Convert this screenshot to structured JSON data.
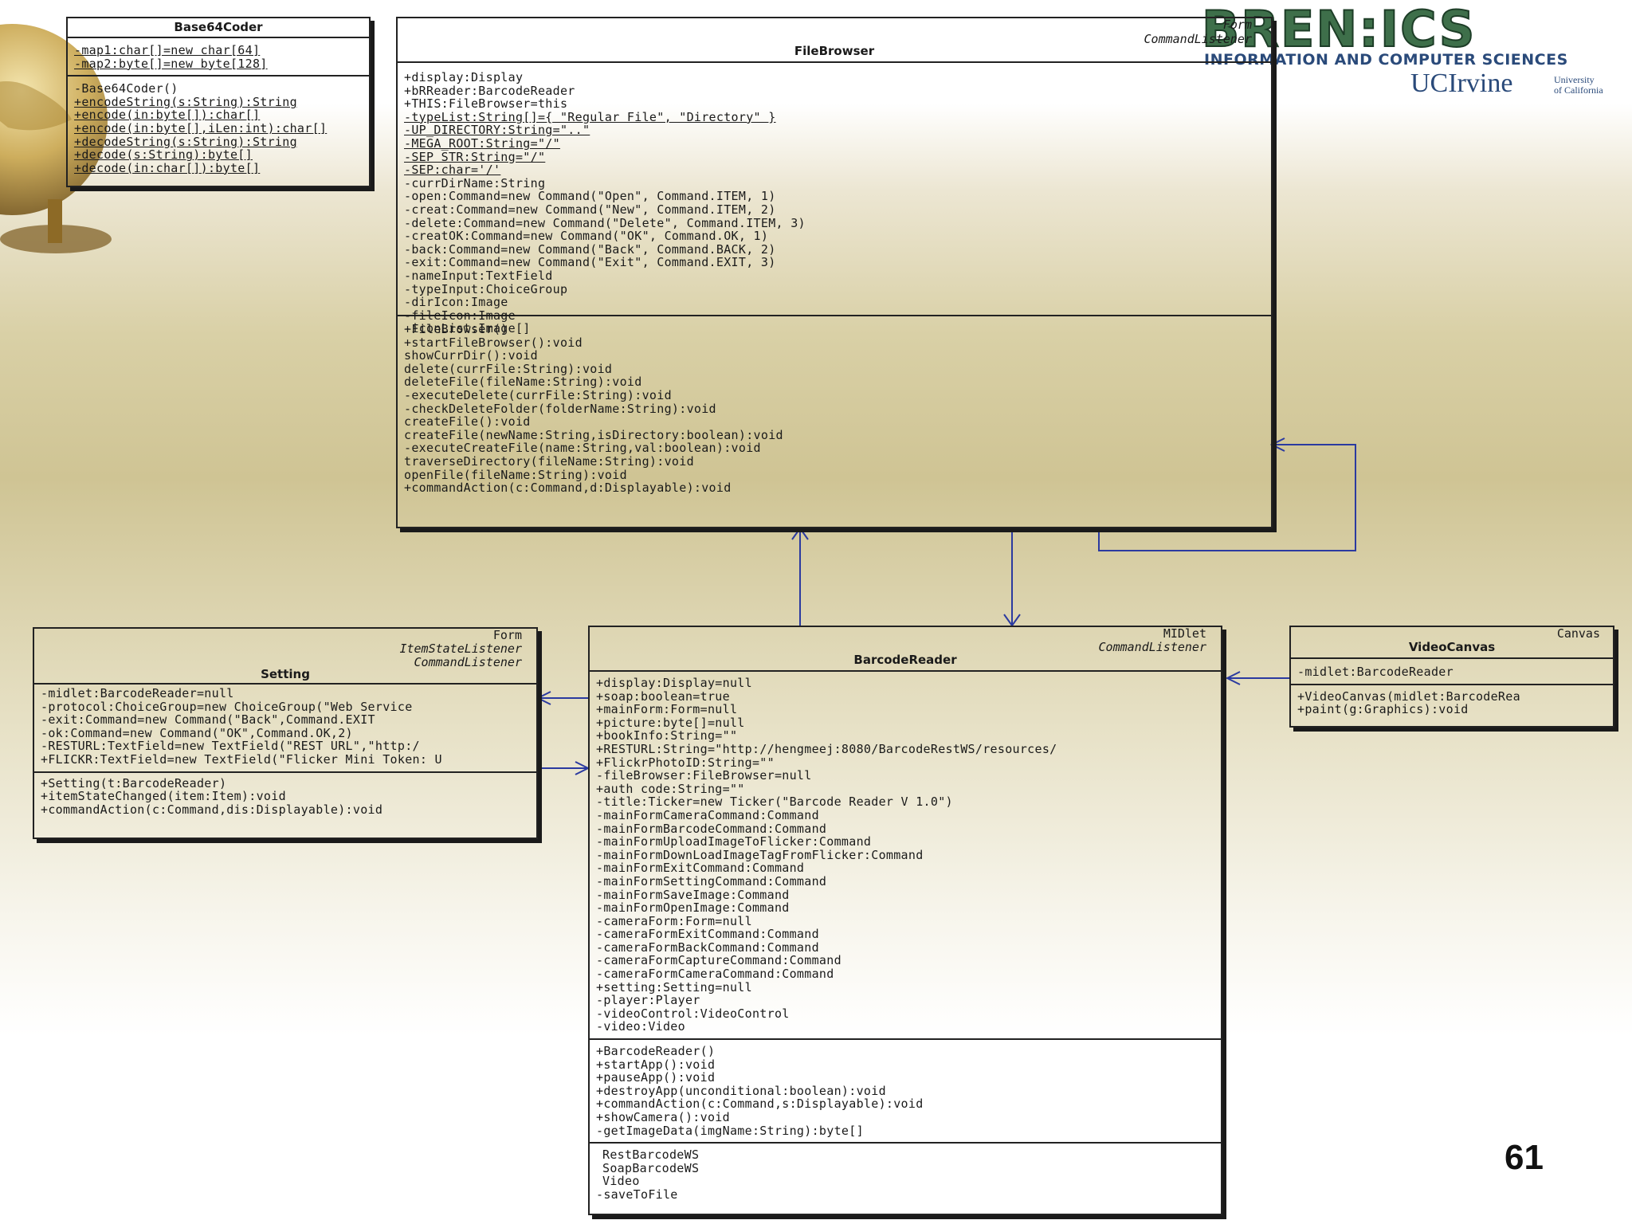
{
  "logo": {
    "brand": "BREN:ICS",
    "subtitle": "INFORMATION AND COMPUTER SCIENCES",
    "uci": "UCIrvine",
    "uoc_line1": "University",
    "uoc_line2": "of California"
  },
  "page_number": "61",
  "classes": {
    "base64coder": {
      "name": "Base64Coder",
      "attributes": [
        "-map1:char[]=new char[64]",
        "-map2:byte[]=new byte[128]"
      ],
      "methods": [
        "-Base64Coder()",
        "+encodeString(s:String):String",
        "+encode(in:byte[]):char[]",
        "+encode(in:byte[],iLen:int):char[]",
        "+decodeString(s:String):String",
        "+decode(s:String):byte[]",
        "+decode(in:char[]):byte[]"
      ]
    },
    "filebrowser": {
      "stereotypes": [
        "Form",
        "CommandListener"
      ],
      "name": "FileBrowser",
      "attributes": [
        "+display:Display",
        "+bRReader:BarcodeReader",
        "+THIS:FileBrowser=this",
        "-typeList:String[]={ \"Regular File\", \"Directory\" }",
        "-UP_DIRECTORY:String=\"..\"",
        "-MEGA_ROOT:String=\"/\"",
        "-SEP_STR:String=\"/\"",
        "-SEP:char='/'",
        "-currDirName:String",
        "-open:Command=new Command(\"Open\", Command.ITEM, 1)",
        "-creat:Command=new Command(\"New\", Command.ITEM, 2)",
        "-delete:Command=new Command(\"Delete\", Command.ITEM, 3)",
        "-creatOK:Command=new Command(\"OK\", Command.OK, 1)",
        "-back:Command=new Command(\"Back\", Command.BACK, 2)",
        "-exit:Command=new Command(\"Exit\", Command.EXIT, 3)",
        "-nameInput:TextField",
        "-typeInput:ChoiceGroup",
        "-dirIcon:Image",
        "-fileIcon:Image",
        "-iconList:Image[]"
      ],
      "methods": [
        "+FileBrowser()",
        "+startFileBrowser():void",
        "showCurrDir():void",
        "delete(currFile:String):void",
        "deleteFile(fileName:String):void",
        "-executeDelete(currFile:String):void",
        "-checkDeleteFolder(folderName:String):void",
        "createFile():void",
        "createFile(newName:String,isDirectory:boolean):void",
        "-executeCreateFile(name:String,val:boolean):void",
        "traverseDirectory(fileName:String):void",
        "openFile(fileName:String):void",
        "+commandAction(c:Command,d:Displayable):void"
      ]
    },
    "setting": {
      "stereotypes": [
        "Form",
        "ItemStateListener",
        "CommandListener"
      ],
      "name": "Setting",
      "attributes": [
        "-midlet:BarcodeReader=null",
        "-protocol:ChoiceGroup=new ChoiceGroup(\"Web Service",
        "-exit:Command=new Command(\"Back\",Command.EXIT",
        "-ok:Command=new Command(\"OK\",Command.OK,2)",
        "-RESTURL:TextField=new TextField(\"REST URL\",\"http:/",
        "+FLICKR:TextField=new TextField(\"Flicker Mini Token: U"
      ],
      "methods": [
        "+Setting(t:BarcodeReader)",
        "+itemStateChanged(item:Item):void",
        "+commandAction(c:Command,dis:Displayable):void"
      ]
    },
    "barcodereader": {
      "stereotypes": [
        "MIDlet",
        "CommandListener"
      ],
      "name": "BarcodeReader",
      "attributes": [
        "+display:Display=null",
        "+soap:boolean=true",
        "+mainForm:Form=null",
        "+picture:byte[]=null",
        "+bookInfo:String=\"\"",
        "+RESTURL:String=\"http://hengmeej:8080/BarcodeRestWS/resources/",
        "+FlickrPhotoID:String=\"\"",
        "-fileBrowser:FileBrowser=null",
        "+auth_code:String=\"\"",
        "-title:Ticker=new Ticker(\"Barcode Reader V 1.0\")",
        "-mainFormCameraCommand:Command",
        "-mainFormBarcodeCommand:Command",
        "-mainFormUploadImageToFlicker:Command",
        "-mainFormDownLoadImageTagFromFlicker:Command",
        "-mainFormExitCommand:Command",
        "-mainFormSettingCommand:Command",
        "-mainFormSaveImage:Command",
        "-mainFormOpenImage:Command",
        "-cameraForm:Form=null",
        "-cameraFormExitCommand:Command",
        "-cameraFormBackCommand:Command",
        "-cameraFormCaptureCommand:Command",
        "-cameraFormCameraCommand:Command",
        "+setting:Setting=null",
        "-player:Player",
        "-videoControl:VideoControl",
        "-video:Video"
      ],
      "methods": [
        "+BarcodeReader()",
        "+startApp():void",
        "+pauseApp():void",
        "+destroyApp(unconditional:boolean):void",
        "+commandAction(c:Command,s:Displayable):void",
        "+showCamera():void",
        "-getImageData(imgName:String):byte[]"
      ],
      "extras": [
        "RestBarcodeWS",
        "SoapBarcodeWS",
        "Video",
        "-saveToFile"
      ]
    },
    "videocanvas": {
      "stereotypes": [
        "Canvas"
      ],
      "name": "VideoCanvas",
      "attributes": [
        "-midlet:BarcodeReader"
      ],
      "methods": [
        "+VideoCanvas(midlet:BarcodeRea",
        "+paint(g:Graphics):void"
      ]
    }
  },
  "colors": {
    "connector": "#2b3aa0",
    "box_border": "#222222",
    "text": "#1a1a1a",
    "brand_green": "#3e6f4a",
    "brand_blue": "#2a4a7a"
  }
}
